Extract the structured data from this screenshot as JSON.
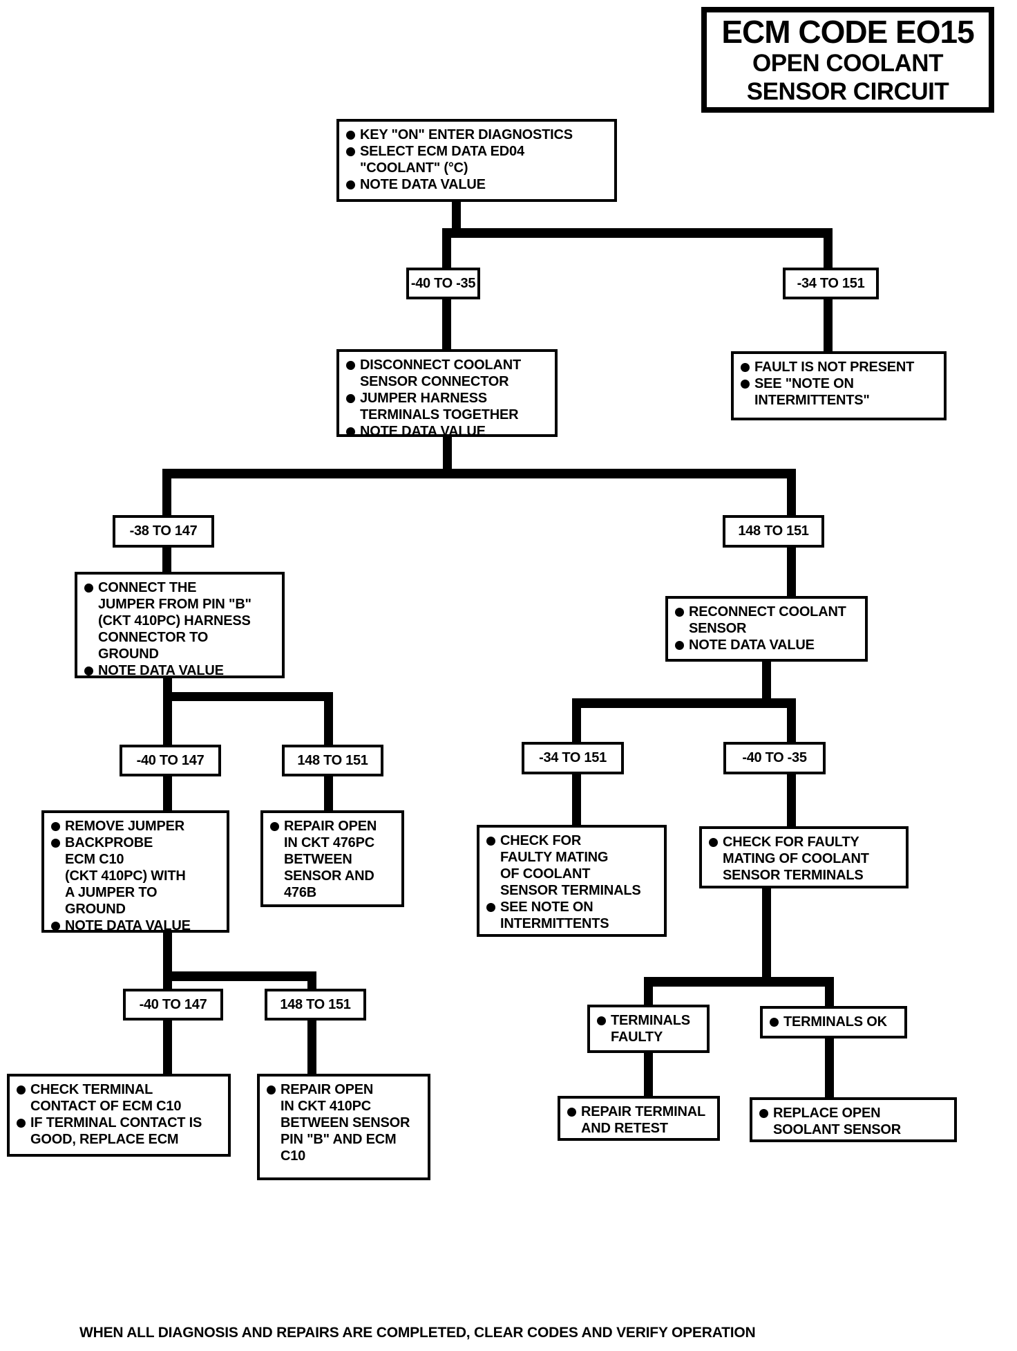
{
  "title": {
    "line1": "ECM CODE EO15",
    "line2": "OPEN COOLANT",
    "line3": "SENSOR CIRCUIT"
  },
  "boxes": {
    "start": {
      "items": [
        "KEY \"ON\" ENTER DIAGNOSTICS",
        "SELECT ECM DATA ED04\n\"COOLANT\" (°C)",
        "NOTE DATA VALUE"
      ]
    },
    "disconnect_sensor": {
      "items": [
        "DISCONNECT COOLANT\nSENSOR CONNECTOR",
        "JUMPER HARNESS\nTERMINALS TOGETHER",
        "NOTE DATA VALUE"
      ]
    },
    "fault_not_present": {
      "items": [
        "FAULT IS NOT PRESENT",
        "SEE \"NOTE ON\nINTERMITTENTS\""
      ]
    },
    "connect_jumper_ground": {
      "items": [
        "CONNECT THE\nJUMPER FROM PIN \"B\"\n(CKT 410PC) HARNESS\nCONNECTOR TO\nGROUND",
        "NOTE DATA VALUE"
      ]
    },
    "reconnect_sensor": {
      "items": [
        "RECONNECT COOLANT\nSENSOR",
        "NOTE DATA VALUE"
      ]
    },
    "remove_jumper_backprobe": {
      "items": [
        "REMOVE JUMPER",
        "BACKPROBE\nECM C10\n(CKT 410PC) WITH\nA JUMPER TO\nGROUND",
        "NOTE DATA VALUE"
      ]
    },
    "repair_open_476pc": {
      "items": [
        "REPAIR OPEN\nIN CKT 476PC\nBETWEEN\nSENSOR AND\n476B"
      ]
    },
    "check_mating_intermittents": {
      "items": [
        "CHECK FOR\nFAULTY MATING\nOF COOLANT\nSENSOR TERMINALS",
        "SEE NOTE ON\nINTERMITTENTS"
      ]
    },
    "check_mating": {
      "items": [
        "CHECK FOR FAULTY\nMATING OF COOLANT\nSENSOR TERMINALS"
      ]
    },
    "check_terminal_contact": {
      "items": [
        "CHECK TERMINAL\nCONTACT OF ECM C10",
        "IF TERMINAL CONTACT IS\nGOOD, REPLACE ECM"
      ]
    },
    "repair_open_410pc": {
      "items": [
        "REPAIR OPEN\nIN CKT 410PC\nBETWEEN SENSOR\nPIN \"B\" AND ECM\nC10"
      ]
    },
    "terminals_faulty": {
      "items": [
        "TERMINALS\nFAULTY"
      ]
    },
    "terminals_ok": {
      "items": [
        "TERMINALS OK"
      ]
    },
    "repair_terminal_retest": {
      "items": [
        "REPAIR TERMINAL\nAND RETEST"
      ]
    },
    "replace_sensor": {
      "items": [
        "REPLACE OPEN\nSOOLANT SENSOR"
      ]
    }
  },
  "range_labels": {
    "r2_left": "-40 TO -35",
    "r2_right": "-34 TO 151",
    "r3_left": "-38 TO 147",
    "r3_right": "148 TO 151",
    "r4_left_a": "-40 TO 147",
    "r4_left_b": "148 TO 151",
    "r4_right_a": "-34 TO 151",
    "r4_right_b": "-40 TO -35",
    "r5_left_a": "-40 TO 147",
    "r5_left_b": "148 TO 151"
  },
  "footer": "WHEN ALL DIAGNOSIS AND REPAIRS ARE COMPLETED, CLEAR CODES AND VERIFY OPERATION",
  "colors": {
    "ink": "#000000",
    "paper": "#ffffff"
  }
}
